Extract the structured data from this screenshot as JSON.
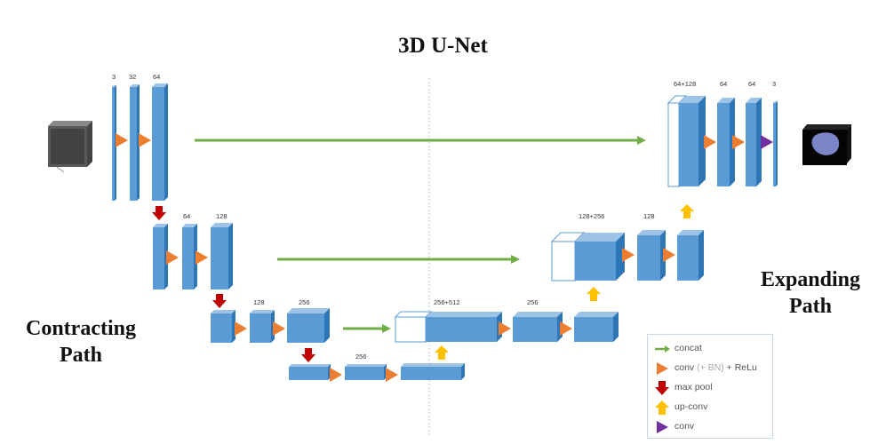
{
  "title": "3D U-Net",
  "contracting_label": [
    "Contracting",
    "Path"
  ],
  "expanding_label": [
    "Expanding",
    "Path"
  ],
  "channel_labels": {
    "l1_in": "3",
    "l1_a": "32",
    "l1_b": "64",
    "l2_a": "64",
    "l2_b": "128",
    "l3_a": "128",
    "l3_b": "256",
    "l4_a": "256",
    "d3_concat": "256+512",
    "d3_out": "256",
    "d2_concat": "128+256",
    "d2_out": "128",
    "d1_concat": "64+128",
    "d1_a": "64",
    "d1_b": "64",
    "d1_out": "3"
  },
  "legend": {
    "concat": "concat",
    "conv_pre": "conv ",
    "conv_paren": "(+ BN)",
    "conv_post": " + ReLu",
    "max_pool": "max pool",
    "up_conv": "up-conv",
    "conv_final": "conv"
  },
  "colors": {
    "block_front": "#5b9bd5",
    "block_top": "#9dc3e6",
    "block_side": "#2e75b6",
    "concat_arrow": "#70ad47",
    "conv_arrow": "#ed7d31",
    "maxpool_arrow": "#c00000",
    "upconv_arrow": "#ffc000",
    "final_conv_arrow": "#7030a0"
  },
  "icons": {
    "input": "ct-scan-volume-icon",
    "output": "segmentation-mask-icon"
  }
}
